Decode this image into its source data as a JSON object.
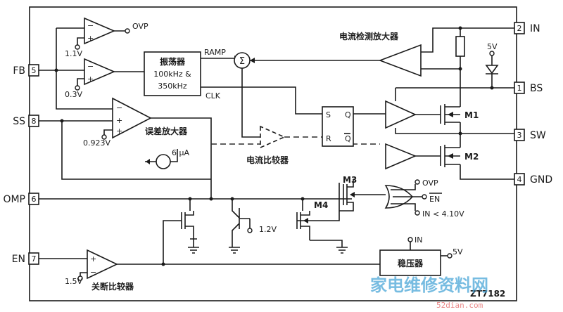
{
  "blocks": {
    "oscillator": [
      "振荡器",
      "100kHz &",
      "350kHz"
    ],
    "current_sense_amp": "电流检测放大器",
    "error_amp": "误差放大器",
    "current_comparator": "电流比较器",
    "shutdown_comparator": "关断比较器",
    "regulator": "稳压器",
    "sum": "Σ",
    "part_number": "ZT7182"
  },
  "pins": {
    "fb": {
      "name": "FB",
      "num": "5"
    },
    "ss": {
      "name": "SS",
      "num": "8"
    },
    "comp": {
      "name": "OMP",
      "num": "6"
    },
    "en": {
      "name": "EN",
      "num": "7"
    },
    "in": {
      "name": "IN",
      "num": "2"
    },
    "bs": {
      "name": "BS",
      "num": "1"
    },
    "sw": {
      "name": "SW",
      "num": "3"
    },
    "gnd": {
      "name": "GND",
      "num": "4"
    }
  },
  "labels": {
    "ovp_top": "OVP",
    "v_1_1": "1.1V",
    "v_0_3": "0.3V",
    "v_0_923": "0.923V",
    "v_1_5": "1.5V",
    "v_1_2": "1.2V",
    "v_5_top": "5V",
    "v_5_reg": "5V",
    "ramp": "RAMP",
    "clk": "CLK",
    "current_source": "6 μA",
    "sr_s": "S",
    "sr_r": "R",
    "sr_q": "Q",
    "sr_qbar": "Q",
    "m1": "M1",
    "m2": "M2",
    "m3": "M3",
    "m4": "M4",
    "ovp_gate": "OVP",
    "en_bar": "EN",
    "in_low": "IN < 4.10V",
    "reg_in": "IN",
    "plus": "+",
    "minus": "−"
  },
  "watermark": {
    "text": "家电维修资料网",
    "url": "52dian.com"
  },
  "colors": {
    "line": "#1a1a1a",
    "watermark": "#4aa6d8",
    "watermark_url": "#e46a6a"
  }
}
